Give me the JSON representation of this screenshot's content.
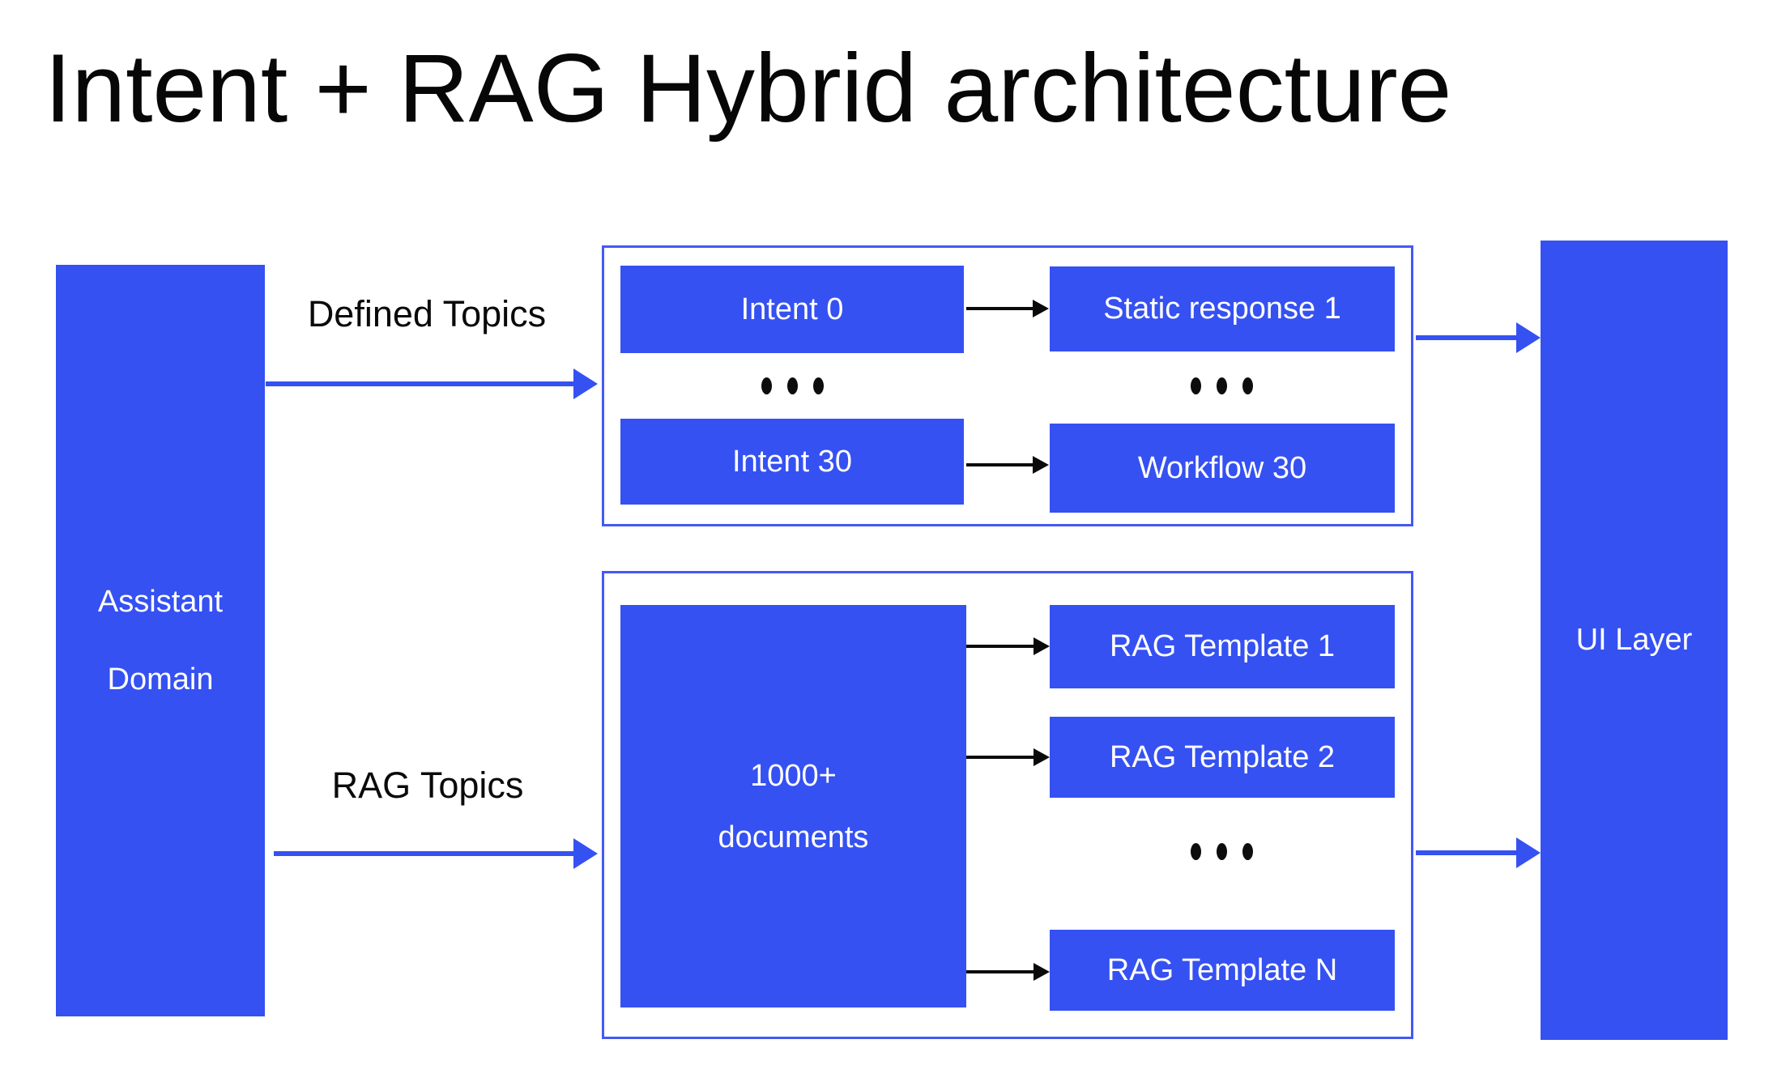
{
  "title": "Intent + RAG Hybrid architecture",
  "colors": {
    "blue": "#3551F2",
    "black": "#0a0a0a",
    "white": "#ffffff"
  },
  "assistant_domain": {
    "line1": "Assistant",
    "line2": "Domain"
  },
  "ui_layer": {
    "label": "UI Layer"
  },
  "defined_topics": {
    "label": "Defined Topics"
  },
  "rag_topics": {
    "label": "RAG Topics"
  },
  "intent_group": {
    "rows": [
      {
        "left": "Intent 0",
        "right": "Static response 1"
      },
      {
        "left": "Intent 30",
        "right": "Workflow 30"
      }
    ]
  },
  "rag_group": {
    "source": {
      "line1": "1000+",
      "line2": "documents"
    },
    "templates": [
      "RAG Template 1",
      "RAG Template 2",
      "RAG Template N"
    ]
  }
}
